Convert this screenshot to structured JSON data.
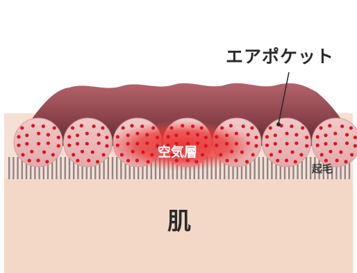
{
  "labels": {
    "air_pocket": "エアポケット",
    "air_layer": "空気層",
    "nap": "起毛",
    "skin": "肌"
  },
  "colors": {
    "skin": "#f4ddd0",
    "fabric_top": "#a8555c",
    "fabric_bottom": "#5e2c34",
    "fiber_circle": "#e8b6b6",
    "dot": "#d5161f",
    "air_glow": "#ea3030",
    "nap_lines": "#8f8486"
  },
  "circle_count": 7
}
